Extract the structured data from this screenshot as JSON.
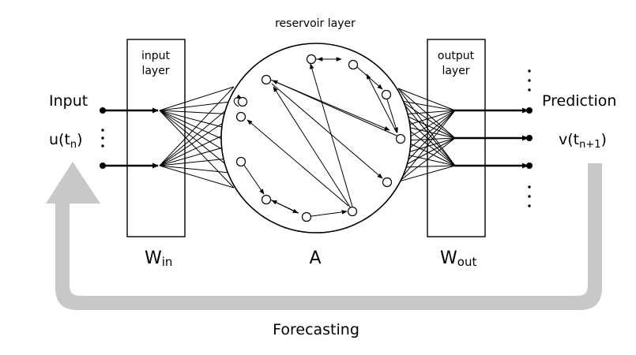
{
  "labels": {
    "reservoir": "reservoir layer",
    "input_layer_1": "input",
    "input_layer_2": "layer",
    "output_layer_1": "output",
    "output_layer_2": "layer",
    "input": "Input",
    "input_signal_main": "u(t",
    "input_signal_sub": "n",
    "input_signal_close": ")",
    "prediction": "Prediction",
    "output_signal_main": "v(t",
    "output_signal_sub": "n+1",
    "output_signal_close": ")",
    "w_in_main": "W",
    "w_in_sub": "in",
    "a": "A",
    "w_out_main": "W",
    "w_out_sub": "out",
    "forecasting": "Forecasting"
  },
  "colors": {
    "feedback_arrow": "#c8c8c8",
    "line": "#000000"
  }
}
